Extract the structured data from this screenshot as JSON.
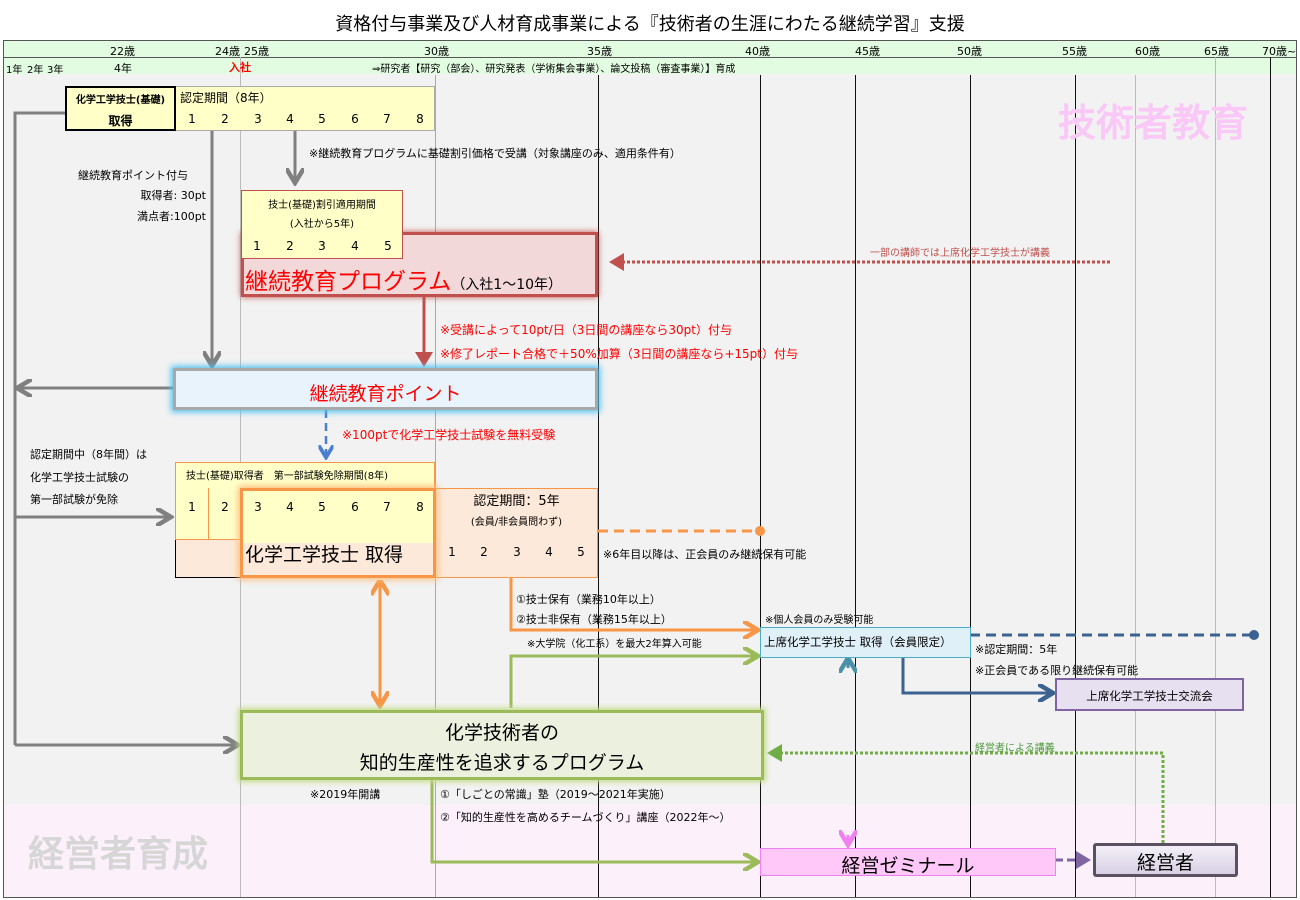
{
  "title": "資格付与事業及び人材育成事業による『技術者の生涯にわたる継続学習』支援",
  "ages": [
    "22歳",
    "24歳",
    "25歳",
    "30歳",
    "35歳",
    "40歳",
    "45歳",
    "50歳",
    "55歳",
    "60歳",
    "65歳",
    "70歳~"
  ],
  "years": [
    "1年",
    "2年",
    "3年",
    "4年"
  ],
  "join": "入社",
  "researcher_text": "⇒研究者【研究（部会）、研究発表（学術集会事業）、論文投稿（審査事業）】育成",
  "watermarks": {
    "engineer": "技術者教育",
    "manager": "経営者育成"
  },
  "basic": {
    "title": "化学工学技士(基礎)",
    "acquire": "取得",
    "period": "認定期間（8年）",
    "years": [
      "1",
      "2",
      "3",
      "4",
      "5",
      "6",
      "7",
      "8"
    ]
  },
  "basic_note": "※継続教育プログラムに基礎割引価格で受講（対象講座のみ、適用条件有）",
  "points_grant": {
    "title": "継続教育ポイント付与",
    "holder": "取得者:  30pt",
    "full": "満点者:100pt"
  },
  "discount": {
    "line1": "技士(基礎)割引適用期間",
    "line2": "(入社から5年)",
    "years": [
      "1",
      "2",
      "3",
      "4",
      "5"
    ]
  },
  "program": {
    "title": "継続教育プログラム",
    "sub": "（入社1～10年）"
  },
  "lecturer_note": "一部の講師では上席化学工学技士が講義",
  "program_notes": [
    "※受講によって10pt/日（3日間の講座なら30pt）付与",
    "※修了レポート合格で＋50%加算（3日間の講座なら+15pt）付与"
  ],
  "points": {
    "title": "継続教育ポイント"
  },
  "free_exam": "※100ptで化学工学技士試験を無料受験",
  "exempt_note": [
    "認定期間中（8年間）は",
    "化学工学技士試験の",
    "第一部試験が免除"
  ],
  "exempt": {
    "title": "技士(基礎)取得者　第一部試験免除期間(8年)",
    "years": [
      "1",
      "2",
      "3",
      "4",
      "5",
      "6",
      "7",
      "8"
    ]
  },
  "engineer": {
    "title": "化学工学技士 取得",
    "period": "認定期間：5年",
    "members": "(会員/非会員問わず)",
    "years": [
      "1",
      "2",
      "3",
      "4",
      "5"
    ],
    "note": "※6年目以降は、正会員のみ継続保有可能"
  },
  "senior_req": [
    "①技士保有（業務10年以上）",
    "②技士非保有（業務15年以上）"
  ],
  "grad_note": "※大学院（化工系）を最大2年算入可能",
  "individual_note": "※個人会員のみ受験可能",
  "senior": {
    "title": "上席化学工学技士 取得（会員限定）",
    "note1": "※認定期間：5年",
    "note2": "※正会員である限り継続保有可能"
  },
  "exchange": "上席化学工学技士交流会",
  "intellect": {
    "line1": "化学技術者の",
    "line2": "知的生産性を追求するプログラム",
    "opened": "※2019年開講",
    "items": [
      "①「しごとの常識」塾（2019～2021年実施）",
      "②「知的生産性を高めるチームづくり」講座（2022年～）"
    ]
  },
  "manager_lecture": "経営者による講義",
  "seminar": "経営ゼミナール",
  "manager": "経営者"
}
